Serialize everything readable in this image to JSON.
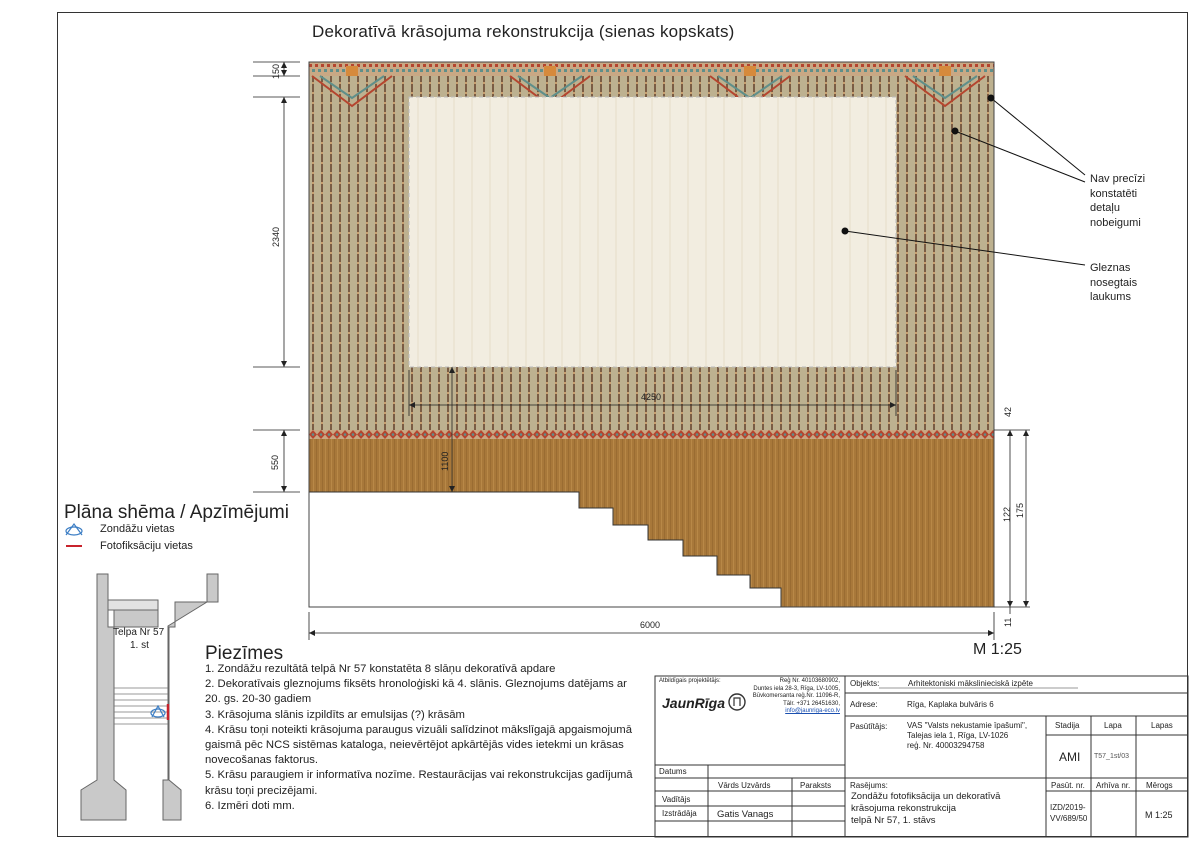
{
  "title": "Dekoratīvā krāsojuma rekonstrukcija (sienas kopskats)",
  "dimensions": {
    "d150": "150",
    "d2340": "2340",
    "d550": "550",
    "d1100": "1100",
    "d4250": "4250",
    "d6000": "6000",
    "d42": "42",
    "d122": "122",
    "d175": "175",
    "d11": "11"
  },
  "annotations": {
    "a1_l1": "Nav precīzi",
    "a1_l2": "konstatēti",
    "a1_l3": "detaļu",
    "a1_l4": "nobeigumi",
    "a2_l1": "Gleznas",
    "a2_l2": "nosegtais",
    "a2_l3": "laukums"
  },
  "scale": "M 1:25",
  "legend": {
    "title": "Plāna shēma / Apzīmējumi",
    "item1": "Zondāžu vietas",
    "item2": "Fotofiksāciju vietas",
    "room_l1": "Telpa Nr 57",
    "room_l2": "1. st"
  },
  "notes": {
    "title": "Piezīmes",
    "n1": "1. Zondāžu rezultātā telpā Nr 57 konstatēta 8 slāņu dekoratīvā apdare",
    "n2": "2. Dekoratīvais gleznojums fiksēts hronoloģiski kā 4. slānis. Gleznojums datējams ar 20. gs. 20-30 gadiem",
    "n3": "3. Krāsojuma slānis izpildīts ar emulsijas (?) krāsām",
    "n4": "4. Krāsu toņi noteikti krāsojuma paraugus vizuāli salīdzinot mākslīgajā apgaismojumā gaismā pēc NCS sistēmas kataloga, neievērtējot apkārtējās vides ietekmi un krāsas novecošanas faktorus.",
    "n5": "5. Krāsu paraugiem ir informatīva nozīme. Restaurācijas vai rekonstrukcijas gadījumā krāsu toņi precizējami.",
    "n6": "6. Izmēri doti mm."
  },
  "titleblock": {
    "resp_label": "Atbildīgais projektētājs:",
    "logo": "JaunRīga",
    "company_l1": "Reģ Nr. 40103680902,",
    "company_l2": "Duntes iela 28-3, Rīga, LV-1005,",
    "company_l3": "Būvkomersanta reģ.Nr. 11096-R,",
    "company_l4": "Tālr. +371 26451630,",
    "company_l5": "info@jaunriga-eco.lv",
    "datums": "Datums",
    "vards": "Vārds Uzvārds",
    "paraksts": "Paraksts",
    "vaditajs": "Vadītājs",
    "izstradaja": "Izstrādāja",
    "izstradaja_name": "Gatis Vanags",
    "objekts_label": "Objekts:",
    "objekts": "Arhitektoniski mākslinieciskā izpēte",
    "adrese_label": "Adrese:",
    "adrese": "Rīga, Kaplaka bulvāris 6",
    "pasutitajs_label": "Pasūtītājs:",
    "pasutitajs_l1": "VAS \"Valsts nekustamie īpašumi\",",
    "pasutitajs_l2": "Talejas iela 1, Rīga, LV-1026",
    "pasutitajs_l3": "reģ. Nr. 40003294758",
    "stadija": "Stadija",
    "lapa": "Lapa",
    "lapas": "Lapas",
    "stadija_val": "AMI",
    "lapa_val": "T57_1st/03",
    "rasejums_label": "Rasējums:",
    "rasejums_l1": "Zondāžu fotofiksācija un dekoratīvā",
    "rasejums_l2": "krāsojuma rekonstrukcija",
    "rasejums_l3": "telpā Nr 57, 1. stāvs",
    "pasut_nr": "Pasūt. nr.",
    "arhiva_nr": "Arhīva nr.",
    "merogs": "Mērogs",
    "pasut_val_l1": "IZD/2019-",
    "pasut_val_l2": "VV/689/50",
    "merogs_val": "M 1:25"
  },
  "colors": {
    "wall_base": "#bdb190",
    "canvas_panel": "#f2ede0",
    "stripe": "#7a5c44",
    "dado": "#a8783a",
    "ornament_red": "#b5452f",
    "ornament_teal": "#5f8f8a",
    "ornament_orange": "#d68a3c",
    "photo_red": "#c8232c",
    "probe_blue": "#3b7dc4"
  }
}
